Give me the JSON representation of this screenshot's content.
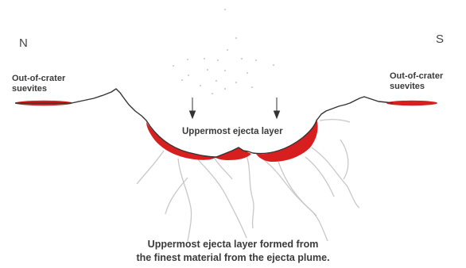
{
  "labels": {
    "north": "N",
    "south": "S",
    "left_suevite_line1": "Out-of-crater",
    "left_suevite_line2": "suevites",
    "right_suevite_line1": "Out-of-crater",
    "right_suevite_line2": "suevites",
    "ejecta_layer": "Uppermost ejecta layer",
    "caption_line1": "Uppermost ejecta layer formed from",
    "caption_line2": "the finest material from the ejecta plume."
  },
  "colors": {
    "ejecta_fill": "#d81f1f",
    "profile_line": "#333333",
    "fracture_line": "#c8c8c8",
    "particles": "#cfcfcf",
    "arrow": "#333333",
    "text": "#3a3a3a"
  }
}
